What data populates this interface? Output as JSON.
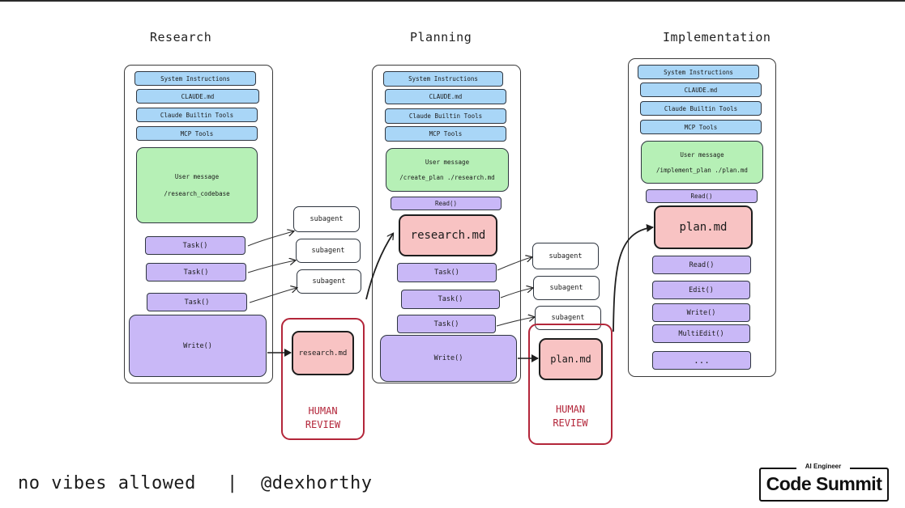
{
  "columns": {
    "research": {
      "title": "Research",
      "system_instructions": "System Instructions",
      "claude_md": "CLAUDE.md",
      "builtin_tools": "Claude Builtin Tools",
      "mcp_tools": "MCP Tools",
      "user_message_label": "User message",
      "user_message_command": "/research_codebase",
      "tasks": [
        "Task()",
        "Task()",
        "Task()"
      ],
      "write": "Write()"
    },
    "planning": {
      "title": "Planning",
      "system_instructions": "System Instructions",
      "claude_md": "CLAUDE.md",
      "builtin_tools": "Claude Builtin Tools",
      "mcp_tools": "MCP Tools",
      "user_message_label": "User message",
      "user_message_command": "/create_plan ./research.md",
      "read": "Read()",
      "artifact": "research.md",
      "tasks": [
        "Task()",
        "Task()",
        "Task()"
      ],
      "write": "Write()"
    },
    "implementation": {
      "title": "Implementation",
      "system_instructions": "System Instructions",
      "claude_md": "CLAUDE.md",
      "builtin_tools": "Claude Builtin Tools",
      "mcp_tools": "MCP Tools",
      "user_message_label": "User message",
      "user_message_command": "/implement_plan ./plan.md",
      "read_top": "Read()",
      "artifact": "plan.md",
      "tools": [
        "Read()",
        "Edit()",
        "Write()",
        "MultiEdit()",
        "..."
      ]
    }
  },
  "subagents": {
    "research": [
      "subagent",
      "subagent",
      "subagent"
    ],
    "planning": [
      "subagent",
      "subagent",
      "subagent"
    ]
  },
  "outputs": {
    "research_doc": "research.md",
    "plan_doc": "plan.md"
  },
  "human_review": {
    "line1": "HUMAN",
    "line2": "REVIEW"
  },
  "footer": {
    "tagline": "no vibes allowed",
    "separator": "|",
    "handle": "@dexhorthy"
  },
  "logo": {
    "top": "AI Engineer",
    "bottom": "Code Summit"
  },
  "colors": {
    "blue_box": "#a9d6f7",
    "green_box": "#b6f0b6",
    "purple_box": "#c9b8f7",
    "pink_box": "#f8c3c3",
    "review_red": "#b3263a"
  }
}
